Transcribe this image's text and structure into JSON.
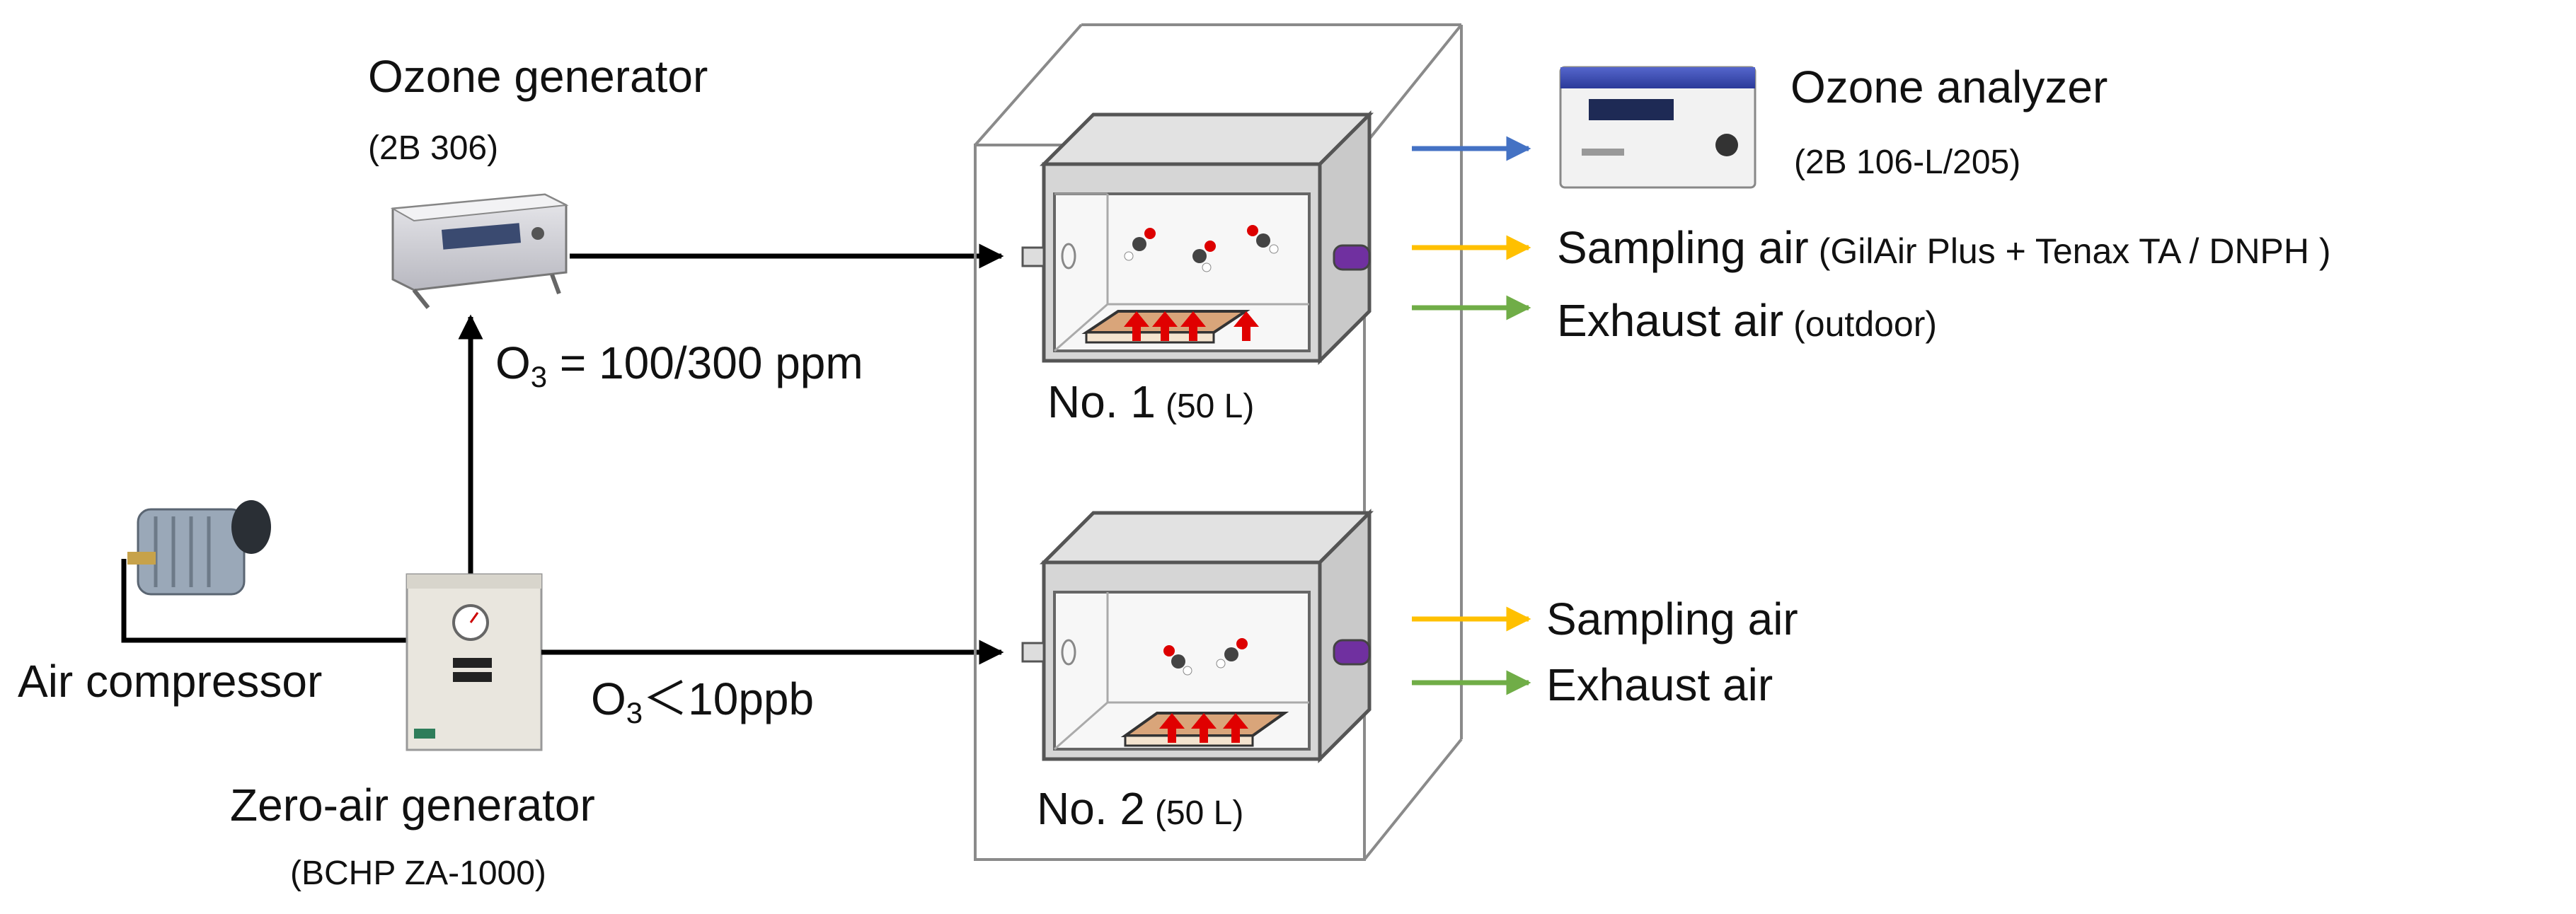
{
  "labels": {
    "ozone_generator": {
      "title": "Ozone generator",
      "model": "(2B 306)"
    },
    "ozone_analyzer": {
      "title": "Ozone analyzer",
      "model": "(2B 106-L/205)"
    },
    "air_compressor": "Air compressor",
    "zero_air_generator": {
      "title": "Zero-air generator",
      "model": "(BCHP ZA-1000)"
    },
    "o3_high": {
      "prefix": "O",
      "sub": "3",
      "suffix": " = 100/300 ppm"
    },
    "o3_low": {
      "prefix": "O",
      "sub": "3",
      "suffix": "＜10ppb"
    },
    "chamber_1": {
      "name": "No. 1",
      "volume": "(50 L)"
    },
    "chamber_2": {
      "name": "No. 2",
      "volume": "(50 L)"
    },
    "sampling_air_1": {
      "main": "Sampling air",
      "detail": "(GilAir Plus + Tenax TA / DNPH )"
    },
    "exhaust_air_1": {
      "main": "Exhaust air",
      "detail": "(outdoor)"
    },
    "sampling_air_2": "Sampling air",
    "exhaust_air_2": "Exhaust air"
  },
  "colors": {
    "analyzer_arrow": "#4472c4",
    "sampling_arrow": "#ffc000",
    "exhaust_arrow": "#70ad47",
    "flow_line": "#000000",
    "outlet_port": "#7030a0",
    "heat_arrow": "#e00000"
  }
}
